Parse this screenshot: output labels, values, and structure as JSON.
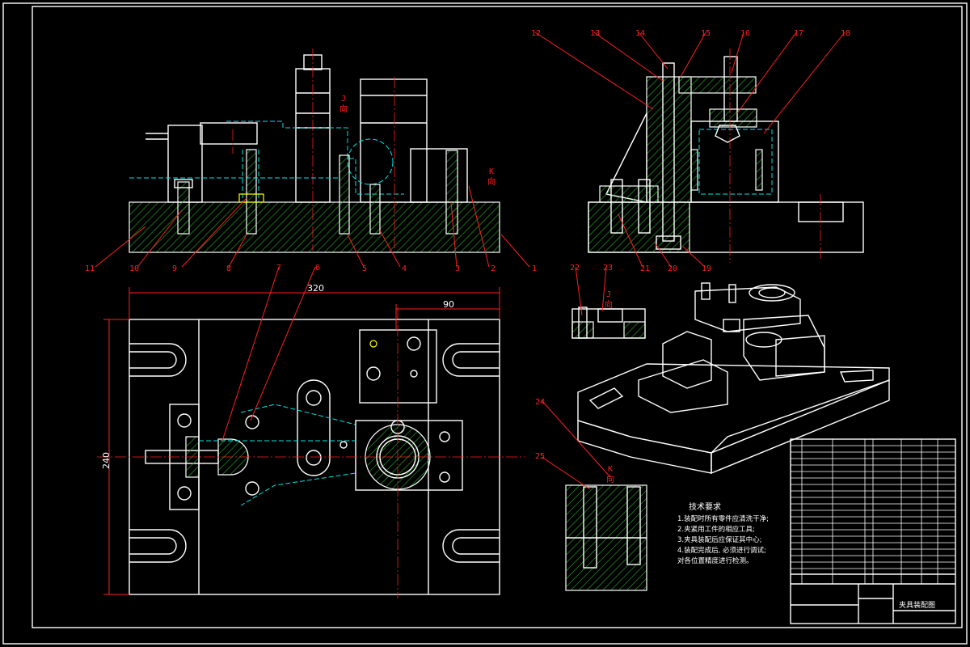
{
  "drawing": {
    "part_labels": [
      "1",
      "2",
      "3",
      "4",
      "5",
      "6",
      "7",
      "8",
      "9",
      "10",
      "11",
      "12",
      "13",
      "14",
      "15",
      "16",
      "17",
      "18",
      "19",
      "20",
      "21",
      "22",
      "23",
      "24",
      "25"
    ],
    "dimension_overall_length": "320",
    "dimension_offset": "90",
    "dimension_height": "240",
    "section_j_label": "J",
    "section_j_dir": "向",
    "section_k_label": "K",
    "section_k_dir": "向",
    "tech_req_title": "技术要求",
    "tech_req_lines": [
      "1.装配时所有零件应清洗干净;",
      "2.夹紧用工件的相应工具;",
      "3.夹具装配后应保证其中心;",
      "4.装配完成后, 必须进行调试;",
      "对各位置精度进行检测。"
    ],
    "title_block_name": "夹具装配图"
  },
  "colors": {
    "background": "#000000",
    "outline": "#ffffff",
    "leader": "#ff2020",
    "hidden": "#00e5e5",
    "hatch": "#22aa22",
    "bolt": "#ffff00"
  }
}
